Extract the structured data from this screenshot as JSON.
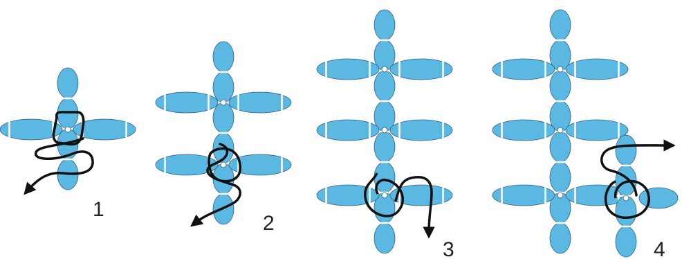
{
  "colors": {
    "bead": "#5bb8e2",
    "bead_stroke": "#2f5f7a",
    "thread": "#111111",
    "background": "#ffffff"
  },
  "steps": [
    {
      "label": "1"
    },
    {
      "label": "2"
    },
    {
      "label": "3"
    },
    {
      "label": "4"
    }
  ]
}
